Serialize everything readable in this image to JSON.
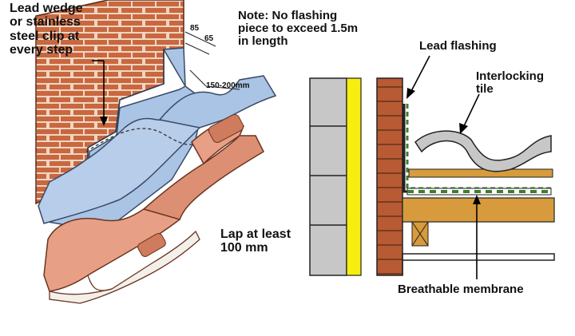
{
  "left_drawing": {
    "label_clip": "Lead wedge\nor stainless\nsteel clip at\nevery step",
    "note": "Note: No flashing\npiece to exceed 1.5m\nin length",
    "dim_85": "85",
    "dim_65": "65",
    "dim_150_200": "150-200mm",
    "label_lap": "Lap at least\n100 mm"
  },
  "right_drawing": {
    "label_lead_flashing": "Lead flashing",
    "label_interlocking_tile": "Interlocking\ntile",
    "label_membrane": "Breathable membrane"
  },
  "colors": {
    "brick": "#c9673e",
    "mortar": "#f1dccd",
    "flashing": "#aac4e6",
    "tile": "#e7a086",
    "insulation": "#f5ee10",
    "block": "#c7c7c7",
    "timber": "#d79a3c",
    "membrane": "#3f7d2f"
  }
}
